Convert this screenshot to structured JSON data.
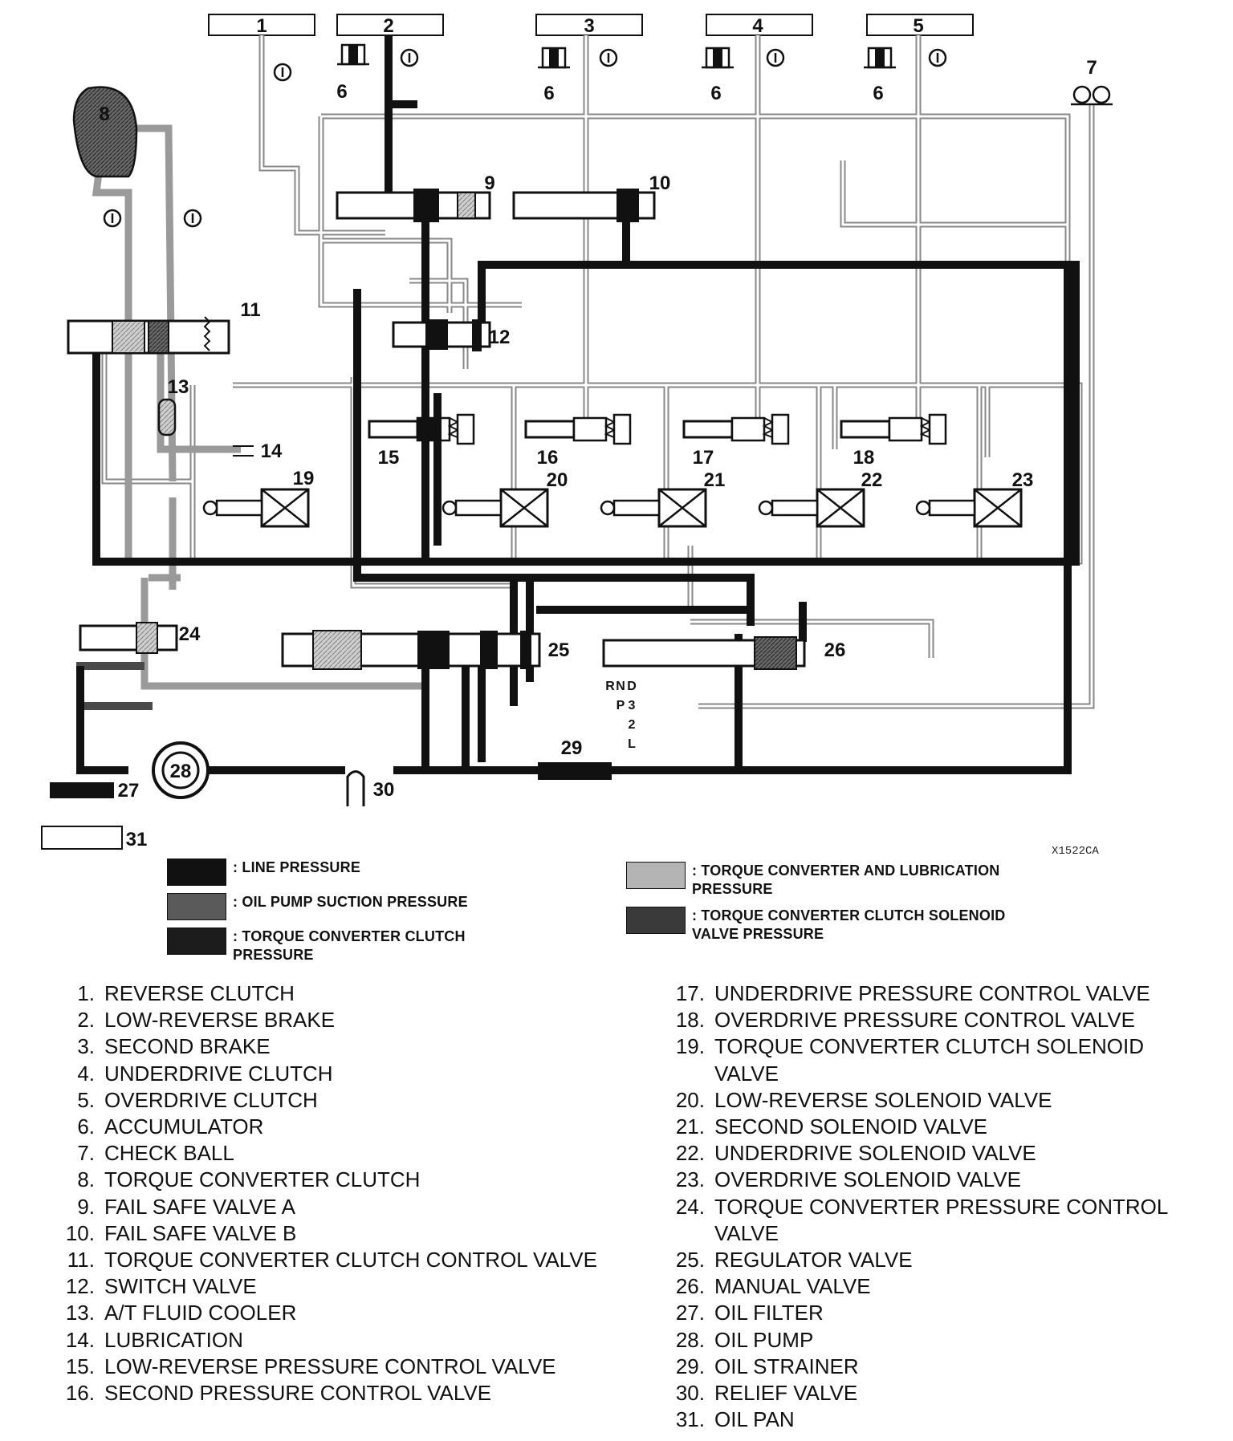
{
  "figure_id": "X1522CA",
  "selector_positions": [
    "R",
    "N",
    "D",
    "P",
    "3",
    "2",
    "L"
  ],
  "components": [
    {
      "id": "1"
    },
    {
      "id": "2"
    },
    {
      "id": "3"
    },
    {
      "id": "4"
    },
    {
      "id": "5"
    },
    {
      "id": "6"
    },
    {
      "id": "7"
    },
    {
      "id": "8"
    },
    {
      "id": "9"
    },
    {
      "id": "10"
    },
    {
      "id": "11"
    },
    {
      "id": "12"
    },
    {
      "id": "13"
    },
    {
      "id": "14"
    },
    {
      "id": "15"
    },
    {
      "id": "16"
    },
    {
      "id": "17"
    },
    {
      "id": "18"
    },
    {
      "id": "19"
    },
    {
      "id": "20"
    },
    {
      "id": "21"
    },
    {
      "id": "22"
    },
    {
      "id": "23"
    },
    {
      "id": "24"
    },
    {
      "id": "25"
    },
    {
      "id": "26"
    },
    {
      "id": "27"
    },
    {
      "id": "28"
    },
    {
      "id": "29"
    },
    {
      "id": "30"
    },
    {
      "id": "31"
    }
  ],
  "legend": [
    {
      "label": ": LINE PRESSURE",
      "color": "#111111"
    },
    {
      "label": ": OIL PUMP SUCTION PRESSURE",
      "color": "#5a5a5a"
    },
    {
      "label": ": TORQUE CONVERTER CLUTCH PRESSURE",
      "color": "#1c1c1c"
    },
    {
      "label": ": TORQUE CONVERTER AND LUBRICATION PRESSURE",
      "color": "#b4b4b4"
    },
    {
      "label": ": TORQUE CONVERTER CLUTCH SOLENOID VALVE PRESSURE",
      "color": "#3a3a3a"
    }
  ],
  "parts_left": [
    {
      "num": "1.",
      "label": "REVERSE CLUTCH"
    },
    {
      "num": "2.",
      "label": "LOW-REVERSE BRAKE"
    },
    {
      "num": "3.",
      "label": "SECOND BRAKE"
    },
    {
      "num": "4.",
      "label": "UNDERDRIVE CLUTCH"
    },
    {
      "num": "5.",
      "label": "OVERDRIVE CLUTCH"
    },
    {
      "num": "6.",
      "label": "ACCUMULATOR"
    },
    {
      "num": "7.",
      "label": "CHECK BALL"
    },
    {
      "num": "8.",
      "label": "TORQUE CONVERTER CLUTCH"
    },
    {
      "num": "9.",
      "label": "FAIL SAFE VALVE A"
    },
    {
      "num": "10.",
      "label": "FAIL SAFE VALVE B"
    },
    {
      "num": "11.",
      "label": "TORQUE CONVERTER CLUTCH CONTROL VALVE"
    },
    {
      "num": "12.",
      "label": "SWITCH VALVE"
    },
    {
      "num": "13.",
      "label": "A/T FLUID COOLER"
    },
    {
      "num": "14.",
      "label": "LUBRICATION"
    },
    {
      "num": "15.",
      "label": "LOW-REVERSE PRESSURE CONTROL VALVE"
    },
    {
      "num": "16.",
      "label": "SECOND PRESSURE CONTROL VALVE"
    }
  ],
  "parts_right": [
    {
      "num": "17.",
      "label": "UNDERDRIVE PRESSURE CONTROL VALVE"
    },
    {
      "num": "18.",
      "label": "OVERDRIVE PRESSURE CONTROL VALVE"
    },
    {
      "num": "19.",
      "label": "TORQUE CONVERTER CLUTCH SOLENOID VALVE"
    },
    {
      "num": "20.",
      "label": "LOW-REVERSE SOLENOID VALVE"
    },
    {
      "num": "21.",
      "label": "SECOND SOLENOID VALVE"
    },
    {
      "num": "22.",
      "label": "UNDERDRIVE SOLENOID VALVE"
    },
    {
      "num": "23.",
      "label": "OVERDRIVE SOLENOID VALVE"
    },
    {
      "num": "24.",
      "label": "TORQUE CONVERTER PRESSURE CONTROL VALVE"
    },
    {
      "num": "25.",
      "label": "REGULATOR VALVE"
    },
    {
      "num": "26.",
      "label": "MANUAL VALVE"
    },
    {
      "num": "27.",
      "label": "OIL FILTER"
    },
    {
      "num": "28.",
      "label": "OIL PUMP"
    },
    {
      "num": "29.",
      "label": "OIL STRAINER"
    },
    {
      "num": "30.",
      "label": "RELIEF VALVE"
    },
    {
      "num": "31.",
      "label": "OIL PAN"
    }
  ]
}
